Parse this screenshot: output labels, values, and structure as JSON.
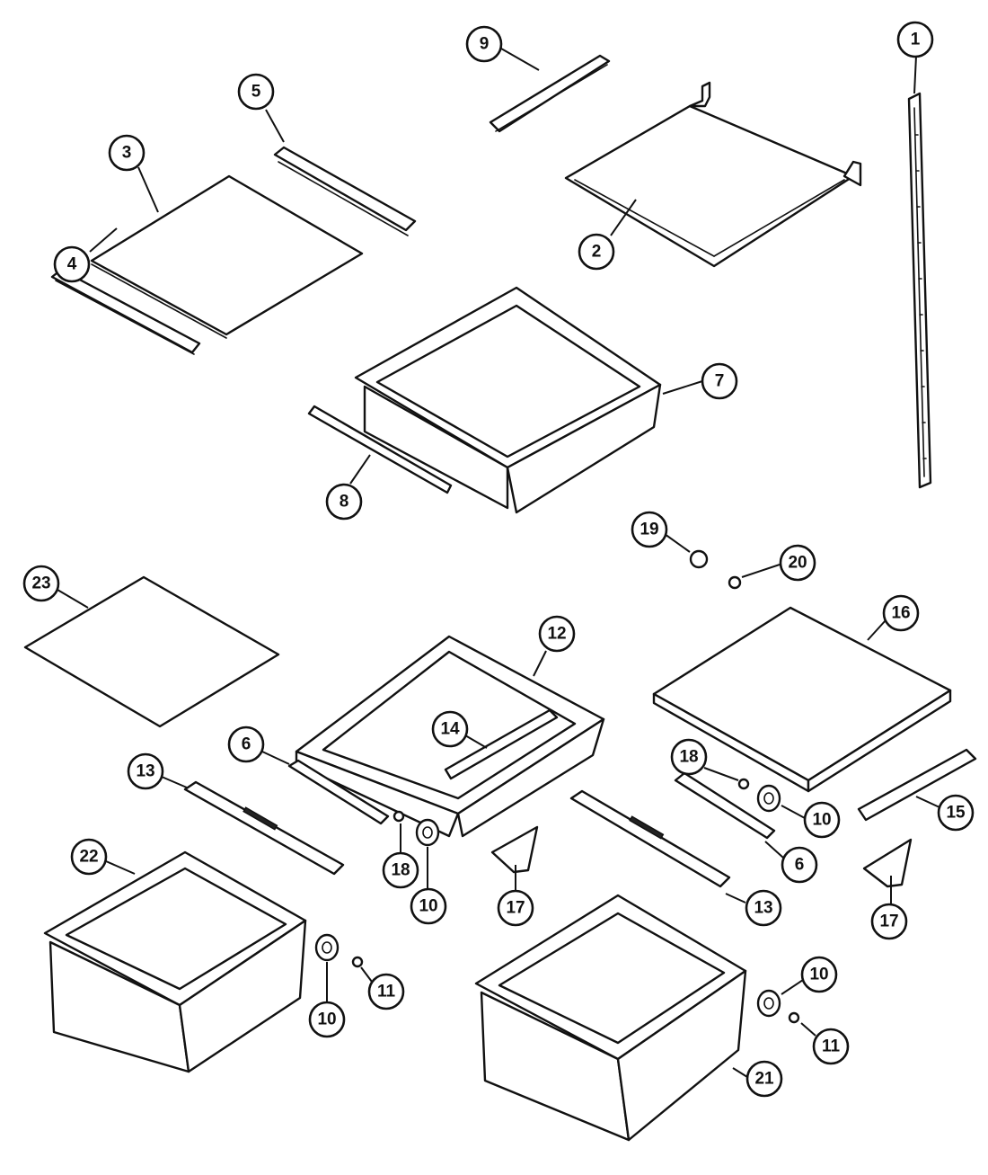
{
  "callouts": [
    {
      "id": "c1",
      "label": "1"
    },
    {
      "id": "c2",
      "label": "2"
    },
    {
      "id": "c3",
      "label": "3"
    },
    {
      "id": "c4",
      "label": "4"
    },
    {
      "id": "c5",
      "label": "5"
    },
    {
      "id": "c6a",
      "label": "6"
    },
    {
      "id": "c6b",
      "label": "6"
    },
    {
      "id": "c7",
      "label": "7"
    },
    {
      "id": "c8",
      "label": "8"
    },
    {
      "id": "c9",
      "label": "9"
    },
    {
      "id": "c10a",
      "label": "10"
    },
    {
      "id": "c10b",
      "label": "10"
    },
    {
      "id": "c10c",
      "label": "10"
    },
    {
      "id": "c10d",
      "label": "10"
    },
    {
      "id": "c11a",
      "label": "11"
    },
    {
      "id": "c11b",
      "label": "11"
    },
    {
      "id": "c12",
      "label": "12"
    },
    {
      "id": "c13a",
      "label": "13"
    },
    {
      "id": "c13b",
      "label": "13"
    },
    {
      "id": "c14",
      "label": "14"
    },
    {
      "id": "c15",
      "label": "15"
    },
    {
      "id": "c16",
      "label": "16"
    },
    {
      "id": "c17a",
      "label": "17"
    },
    {
      "id": "c17b",
      "label": "17"
    },
    {
      "id": "c18a",
      "label": "18"
    },
    {
      "id": "c18b",
      "label": "18"
    },
    {
      "id": "c19",
      "label": "19"
    },
    {
      "id": "c20",
      "label": "20"
    },
    {
      "id": "c21",
      "label": "21"
    },
    {
      "id": "c22",
      "label": "22"
    },
    {
      "id": "c23",
      "label": "23"
    }
  ]
}
